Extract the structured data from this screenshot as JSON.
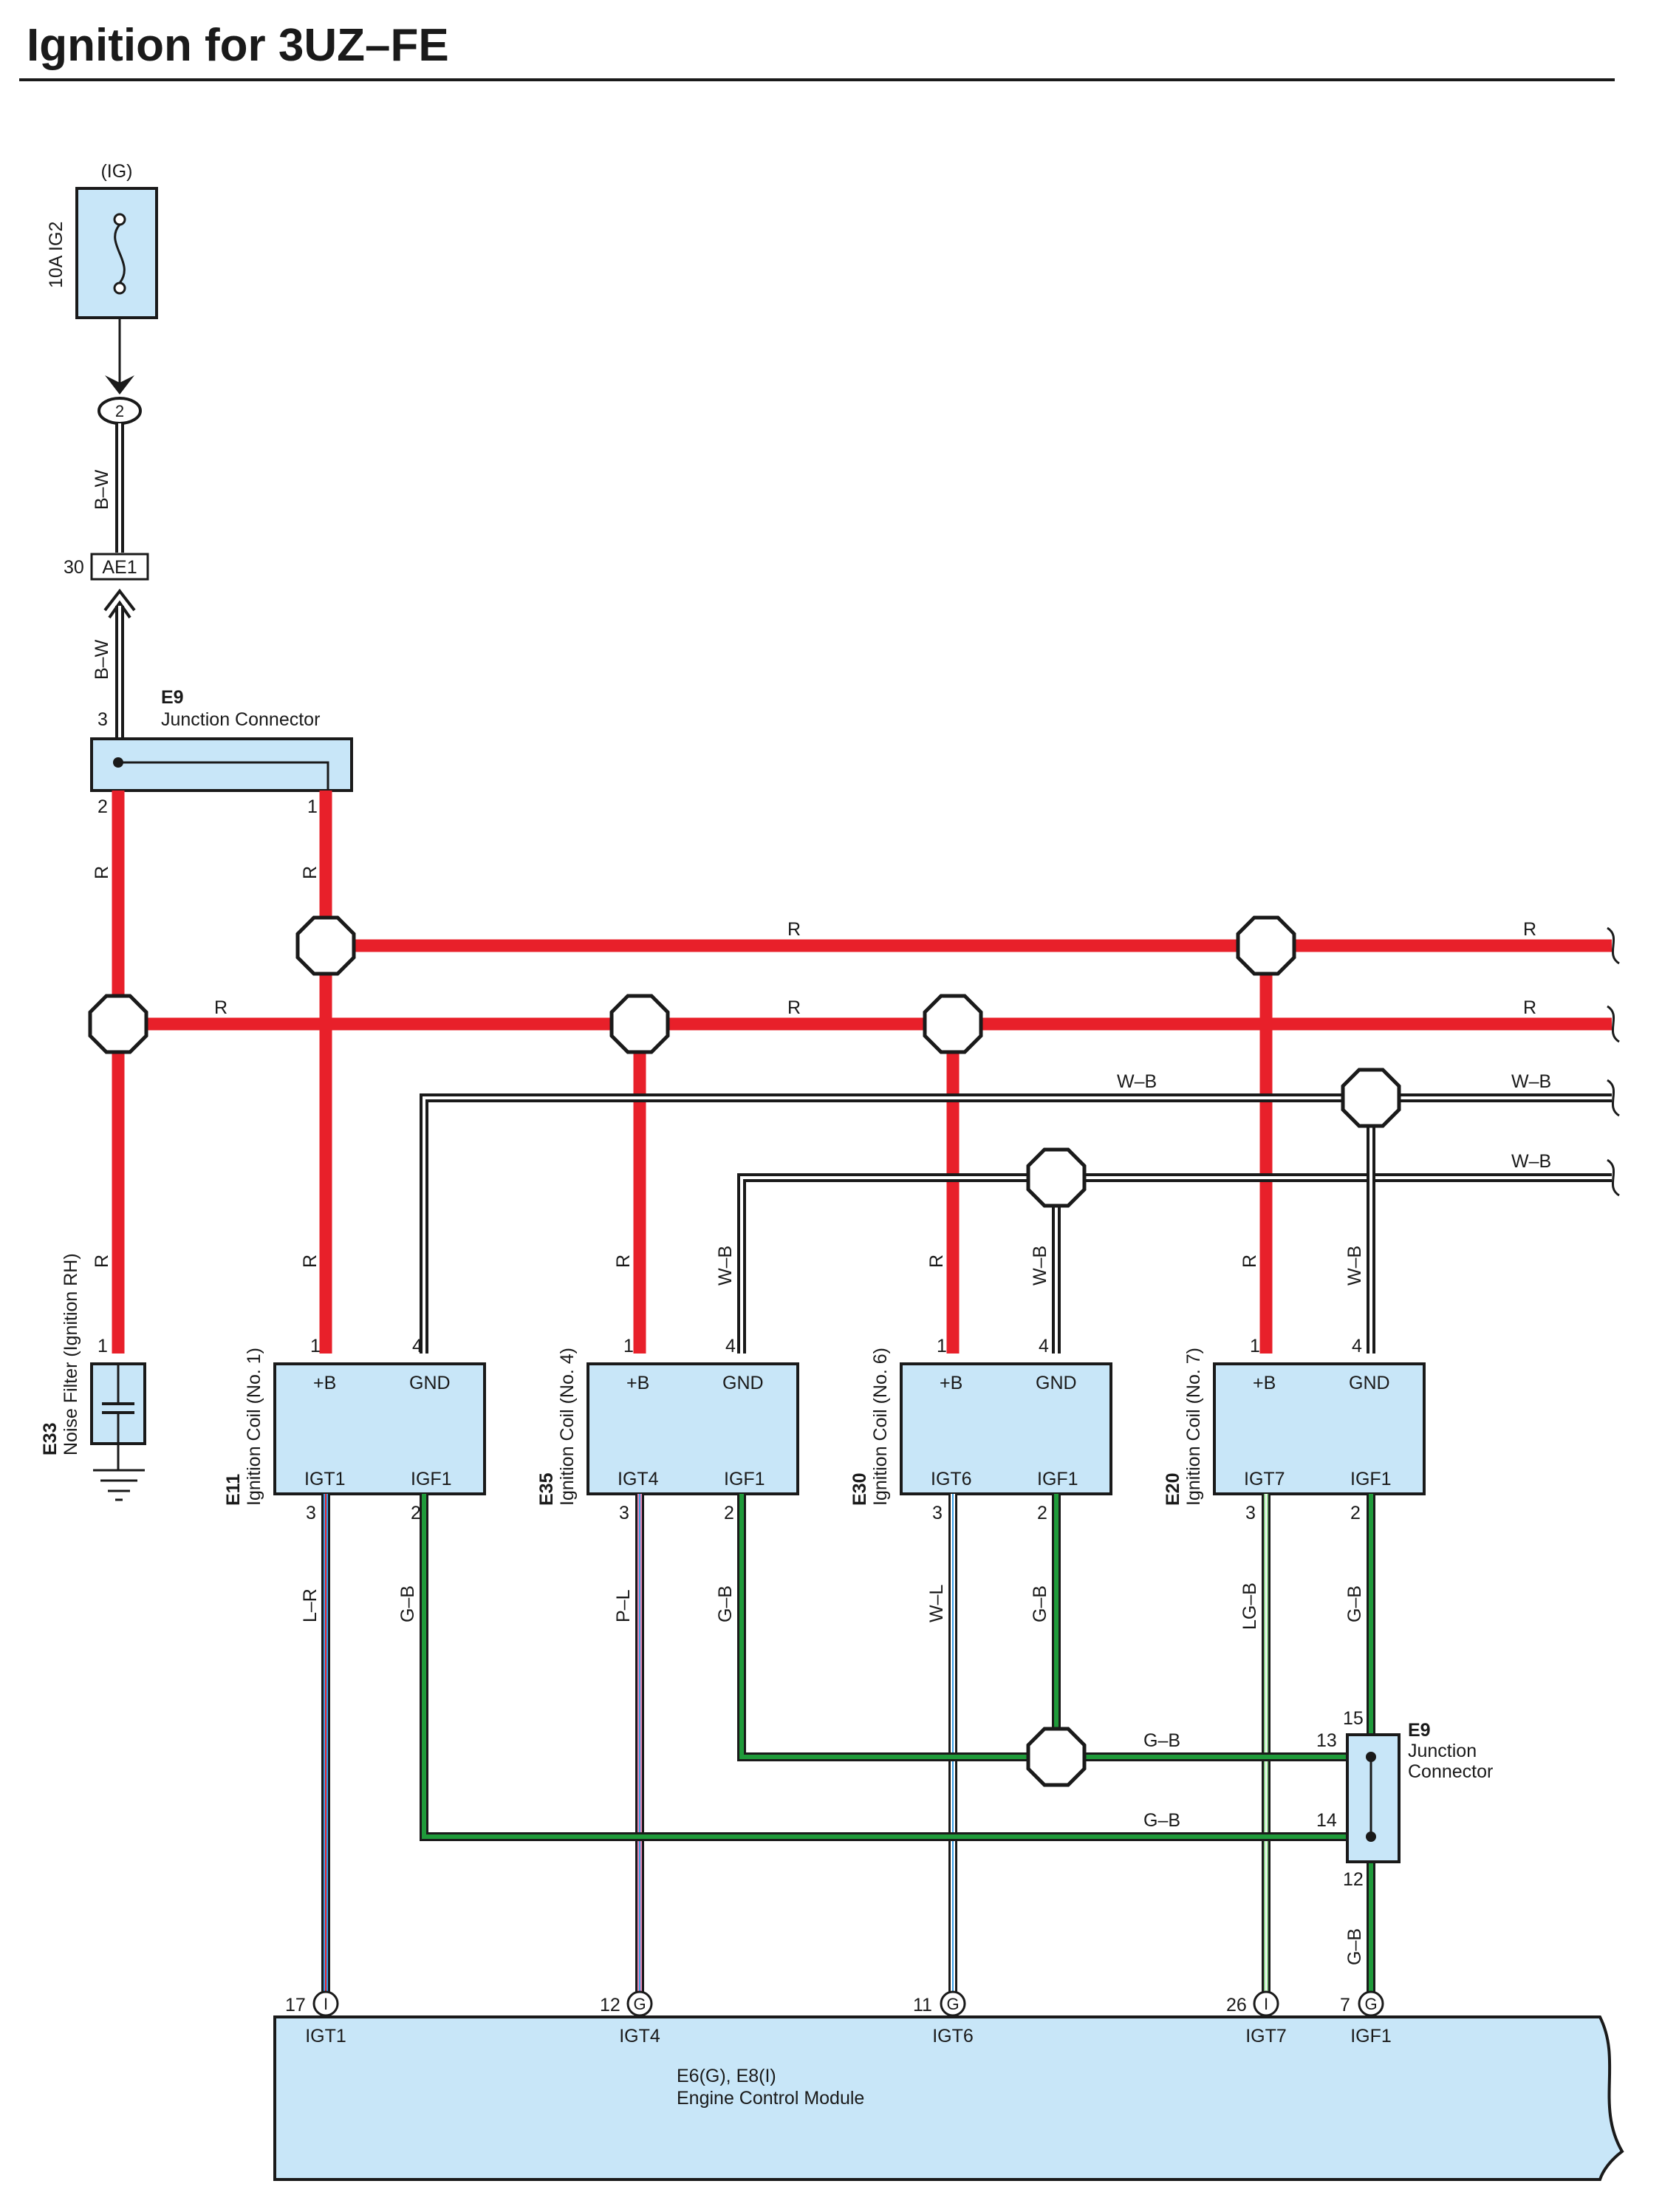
{
  "title": "Ignition for 3UZ–FE",
  "colors": {
    "red": "#e8202a",
    "green": "#1f9a3a",
    "blue": "#3aa0e8",
    "pink": "#e88ab8",
    "light_green": "#8cd08c",
    "component_fill": "#c8e6f8",
    "line": "#1a1a1a"
  },
  "fuse": {
    "supply": "(IG)",
    "label": "10A IG2",
    "pin": "2"
  },
  "connector_ae1": {
    "name": "AE1",
    "pin": "30"
  },
  "wires": {
    "bw_top": "B–W",
    "bw_mid": "B–W",
    "r_left": "R",
    "r_e9_1": "R",
    "bus_upper_mid": "R",
    "bus_upper_right": "R",
    "bus_lower_left": "R",
    "bus_lower_mid": "R",
    "bus_lower_right": "R",
    "wb_1_mid": "W–B",
    "wb_1_right": "W–B",
    "wb_2_right": "W–B",
    "r_noise": "R",
    "r_coil1": "R",
    "r_coil4": "R",
    "r_coil6": "R",
    "r_coil7": "R",
    "wb_coil4": "W–B",
    "wb_coil6": "W–B",
    "wb_coil7": "W–B",
    "igt1": "L–R",
    "igf1_coil1": "G–B",
    "igt4": "P–L",
    "igf1_coil4": "G–B",
    "igt6": "W–L",
    "igf1_coil6": "G–B",
    "igt7": "LG–B",
    "igf1_coil7": "G–B",
    "gb_13": "G–B",
    "gb_14": "G–B",
    "gb_12": "G–B"
  },
  "e9_top": {
    "code": "E9",
    "name": "Junction Connector",
    "pin_in": "3",
    "pin_left": "2",
    "pin_right": "1"
  },
  "e9_bottom": {
    "code": "E9",
    "name_line1": "Junction",
    "name_line2": "Connector",
    "pins": [
      "15",
      "13",
      "14",
      "12"
    ]
  },
  "noise_filter": {
    "code": "E33",
    "name": "Noise Filter (Ignition RH)",
    "pin": "1"
  },
  "coils": [
    {
      "code": "E11",
      "name": "Ignition Coil (No. 1)",
      "b_pin": "1",
      "gnd_pin": "4",
      "igt_pin": "3",
      "igf_pin": "2",
      "b": "+B",
      "gnd": "GND",
      "igt": "IGT1",
      "igf": "IGF1"
    },
    {
      "code": "E35",
      "name": "Ignition Coil (No. 4)",
      "b_pin": "1",
      "gnd_pin": "4",
      "igt_pin": "3",
      "igf_pin": "2",
      "b": "+B",
      "gnd": "GND",
      "igt": "IGT4",
      "igf": "IGF1"
    },
    {
      "code": "E30",
      "name": "Ignition Coil (No. 6)",
      "b_pin": "1",
      "gnd_pin": "4",
      "igt_pin": "3",
      "igf_pin": "2",
      "b": "+B",
      "gnd": "GND",
      "igt": "IGT6",
      "igf": "IGF1"
    },
    {
      "code": "E20",
      "name": "Ignition Coil (No. 7)",
      "b_pin": "1",
      "gnd_pin": "4",
      "igt_pin": "3",
      "igf_pin": "2",
      "b": "+B",
      "gnd": "GND",
      "igt": "IGT7",
      "igf": "IGF1"
    }
  ],
  "ecm": {
    "code": "E6(G), E8(I)",
    "name": "Engine Control Module",
    "terminals": [
      {
        "pin": "17",
        "conn": "I",
        "label": "IGT1"
      },
      {
        "pin": "12",
        "conn": "G",
        "label": "IGT4"
      },
      {
        "pin": "11",
        "conn": "G",
        "label": "IGT6"
      },
      {
        "pin": "26",
        "conn": "I",
        "label": "IGT7"
      },
      {
        "pin": "7",
        "conn": "G",
        "label": "IGF1"
      }
    ]
  }
}
